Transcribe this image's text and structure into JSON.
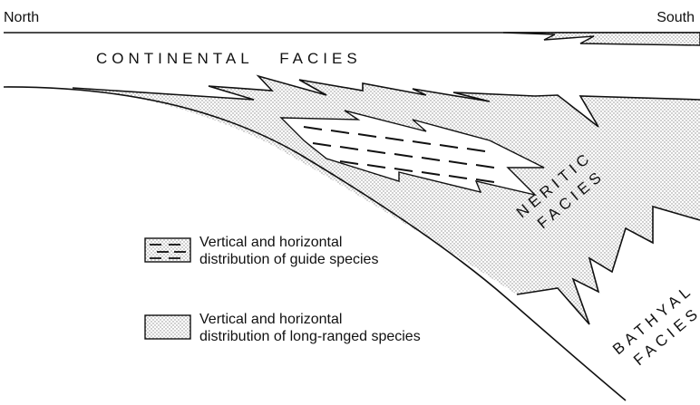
{
  "directions": {
    "north": "North",
    "south": "South"
  },
  "facies": {
    "continental": "CONTINENTAL   FACIES",
    "neritic_1": "NERITIC",
    "neritic_2": "FACIES",
    "bathyal_1": "BATHYAL",
    "bathyal_2": "FACIES"
  },
  "legend": {
    "guide_line1": "Vertical and horizontal",
    "guide_line2": "distribution of guide species",
    "long_line1": "Vertical and horizontal",
    "long_line2": "distribution of long-ranged species"
  },
  "colors": {
    "ink": "#111111",
    "stipple": "#8a8a8a",
    "background": "#ffffff"
  }
}
